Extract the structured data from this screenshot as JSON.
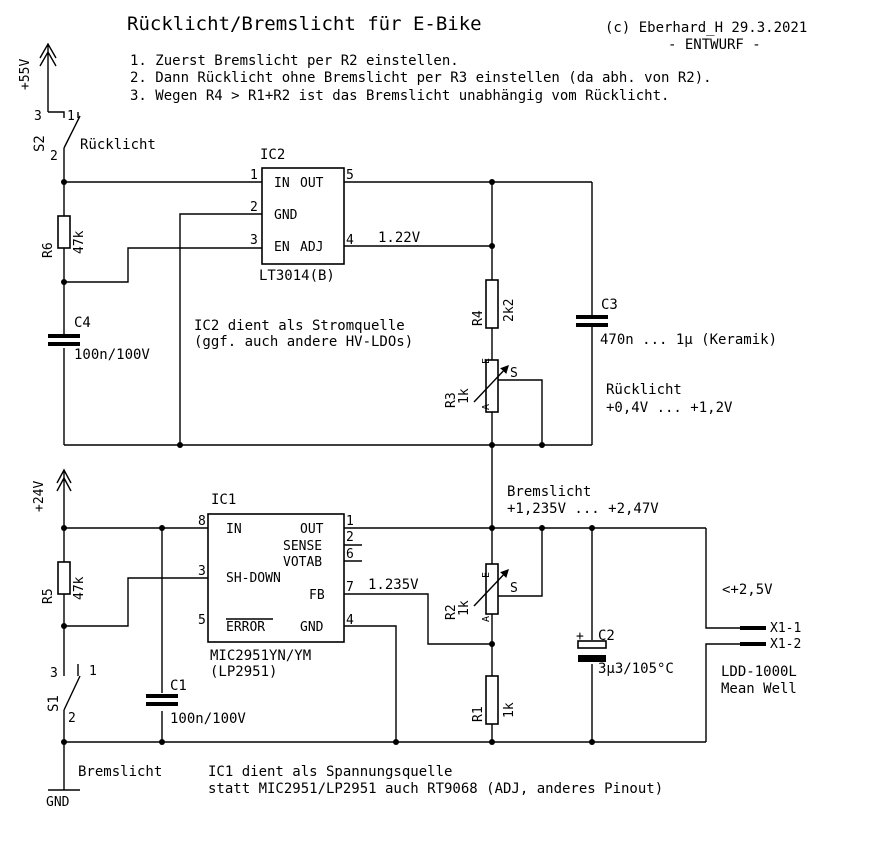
{
  "title": "Rücklicht/Bremslicht für E-Bike",
  "copyright": "(c) Eberhard_H 29.3.2021",
  "draft": "- ENTWURF -",
  "notes": [
    "1. Zuerst Bremslicht per R2 einstellen.",
    "2. Dann Rücklicht ohne Bremslicht per R3 einstellen (da abh. von R2).",
    "3. Wegen R4 > R1+R2 ist das Bremslicht unabhängig vom Rücklicht."
  ],
  "supplies": {
    "top": "+55V",
    "bottom": "+24V",
    "ground": "GND"
  },
  "switches": {
    "s2": {
      "ref": "S2",
      "label": "Rücklicht",
      "pin1": "1",
      "pin2": "2",
      "pin3": "3"
    },
    "s1": {
      "ref": "S1",
      "label": "Bremslicht",
      "pin1": "1",
      "pin2": "2",
      "pin3": "3"
    }
  },
  "ic2": {
    "ref": "IC2",
    "part": "LT3014(B)",
    "pins": {
      "in": "IN",
      "out": "OUT",
      "gnd": "GND",
      "en": "EN",
      "adj": "ADJ"
    },
    "pin_numbers": {
      "in": "1",
      "gnd": "2",
      "en": "3",
      "adj": "4",
      "out": "5"
    },
    "adj_voltage": "1.22V",
    "note": [
      "IC2 dient als Stromquelle",
      "(ggf. auch andere HV-LDOs)"
    ]
  },
  "ic1": {
    "ref": "IC1",
    "part": [
      "MIC2951YN/YM",
      "(LP2951)"
    ],
    "pins": {
      "in": "IN",
      "out": "OUT",
      "sense": "SENSE",
      "votab": "VOTAB",
      "shdown": "SH-DOWN",
      "fb": "FB",
      "error": "ERROR",
      "gnd": "GND"
    },
    "pin_numbers": {
      "in": "8",
      "out": "1",
      "sense": "2",
      "votab": "6",
      "shdown": "3",
      "fb": "7",
      "error": "5",
      "gnd": "4"
    },
    "fb_voltage": "1.235V",
    "note": [
      "IC1 dient als Spannungsquelle",
      "statt MIC2951/LP2951 auch RT9068 (ADJ, anderes Pinout)"
    ]
  },
  "components": {
    "r6": {
      "ref": "R6",
      "value": "47k"
    },
    "c4": {
      "ref": "C4",
      "value": "100n/100V"
    },
    "r4": {
      "ref": "R4",
      "value": "2k2"
    },
    "r3": {
      "ref": "R3",
      "value": "1k",
      "pin_e": "E",
      "pin_a": "A",
      "pin_s": "S"
    },
    "c3": {
      "ref": "C3",
      "value": "470n ... 1µ (Keramik)"
    },
    "r5": {
      "ref": "R5",
      "value": "47k"
    },
    "c1": {
      "ref": "C1",
      "value": "100n/100V"
    },
    "r2": {
      "ref": "R2",
      "value": "1k",
      "pin_e": "E",
      "pin_a": "A",
      "pin_s": "S"
    },
    "r1": {
      "ref": "R1",
      "value": "1k"
    },
    "c2": {
      "ref": "C2",
      "value": "3µ3/105°C",
      "polarity": "+"
    }
  },
  "annotations": {
    "ruecklicht": [
      "Rücklicht",
      "+0,4V ... +1,2V"
    ],
    "bremslicht": [
      "Bremslicht",
      "+1,235V ... +2,47V"
    ],
    "limit": "<+2,5V"
  },
  "connector": {
    "pin1": "X1-1",
    "pin2": "X1-2",
    "device": [
      "LDD-1000L",
      "Mean Well"
    ]
  }
}
